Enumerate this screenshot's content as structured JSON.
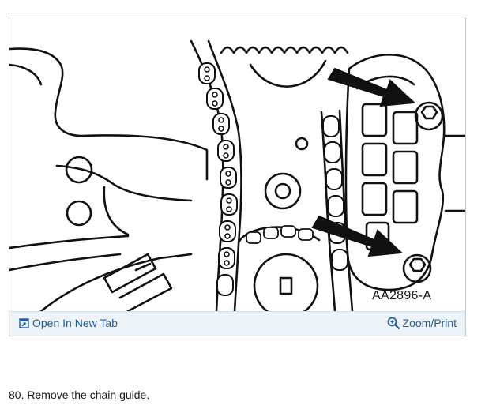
{
  "figure": {
    "code": "AA2896-A"
  },
  "toolbar": {
    "open_tab_label": "Open In New Tab",
    "open_tab_icon": "open-new-tab-icon",
    "zoom_label": "Zoom/Print",
    "zoom_icon": "magnifier-icon",
    "link_color": "#1f5c99"
  },
  "step": {
    "text": "80. Remove the chain guide."
  }
}
